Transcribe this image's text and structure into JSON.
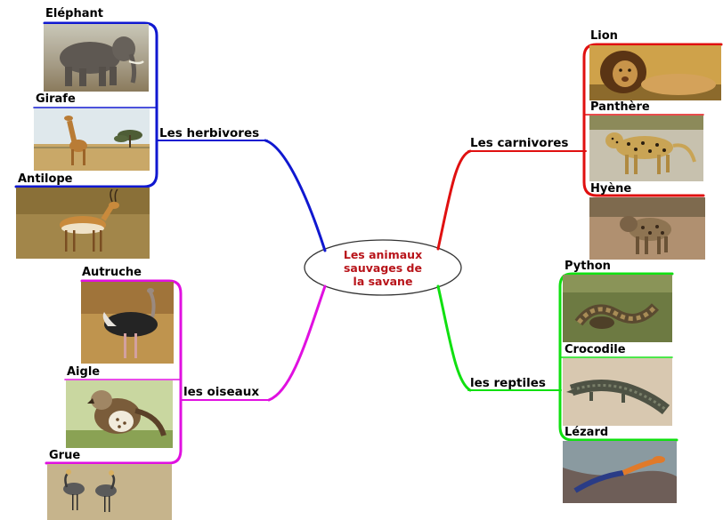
{
  "central_topic": {
    "line1": "Les animaux",
    "line2": "sauvages de",
    "line3": "la savane",
    "text_color": "#b8141a"
  },
  "branches": [
    {
      "id": "herbivores",
      "label": "Les herbivores",
      "color": "#1018d0",
      "items": [
        {
          "name": "Eléphant",
          "image": "elephant-photo"
        },
        {
          "name": "Girafe",
          "image": "giraffe-photo"
        },
        {
          "name": "Antilope",
          "image": "antelope-photo"
        }
      ]
    },
    {
      "id": "carnivores",
      "label": "Les carnivores",
      "color": "#e01010",
      "items": [
        {
          "name": "Lion",
          "image": "lion-photo"
        },
        {
          "name": "Panthère",
          "image": "leopard-photo"
        },
        {
          "name": "Hyène",
          "image": "hyena-photo"
        }
      ]
    },
    {
      "id": "oiseaux",
      "label": "les oiseaux",
      "color": "#e010e0",
      "items": [
        {
          "name": "Autruche",
          "image": "ostrich-photo"
        },
        {
          "name": "Aigle",
          "image": "eagle-photo"
        },
        {
          "name": "Grue",
          "image": "crane-photo"
        }
      ]
    },
    {
      "id": "reptiles",
      "label": "les reptiles",
      "color": "#10e010",
      "items": [
        {
          "name": "Python",
          "image": "python-photo"
        },
        {
          "name": "Crocodile",
          "image": "crocodile-photo"
        },
        {
          "name": "Lézard",
          "image": "lizard-photo"
        }
      ]
    }
  ]
}
